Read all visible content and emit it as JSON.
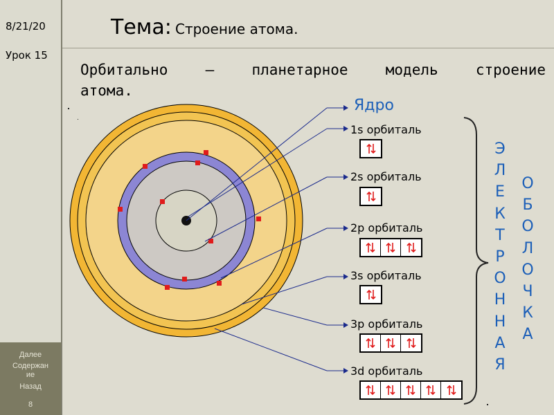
{
  "sidebar": {
    "date": "8/21/20",
    "lesson": "Урок 15",
    "nav": [
      "Далее",
      "Содержан",
      "ие",
      "Назад"
    ],
    "page_number": "8"
  },
  "header": {
    "topic_label": "Тема:",
    "topic": "Строение атома."
  },
  "heading": {
    "line1": "Орбитально – планетарное модель строение",
    "line2": "атома."
  },
  "labels": {
    "nucleus": "Ядро",
    "orbitals": [
      "1s орбиталь",
      "2s орбиталь",
      "2р орбиталь",
      "3s орбиталь",
      "3р орбиталь",
      "3d орбиталь"
    ]
  },
  "shell_label": {
    "word1": [
      "Э",
      "Л",
      "Е",
      "К",
      "Т",
      "Р",
      "О",
      "Н",
      "Н",
      "А",
      "Я"
    ],
    "word2": [
      "О",
      "Б",
      "О",
      "Л",
      "О",
      "Ч",
      "К",
      "А"
    ]
  },
  "colors": {
    "accent": "#1c5fb8",
    "outer_ring": "#f2b634",
    "inner_shell": "#8c86d4",
    "electron": "#e01b1b",
    "nav_bg": "#7c7a62"
  },
  "icons": {
    "cell": "paired-spin-arrows-icon"
  }
}
